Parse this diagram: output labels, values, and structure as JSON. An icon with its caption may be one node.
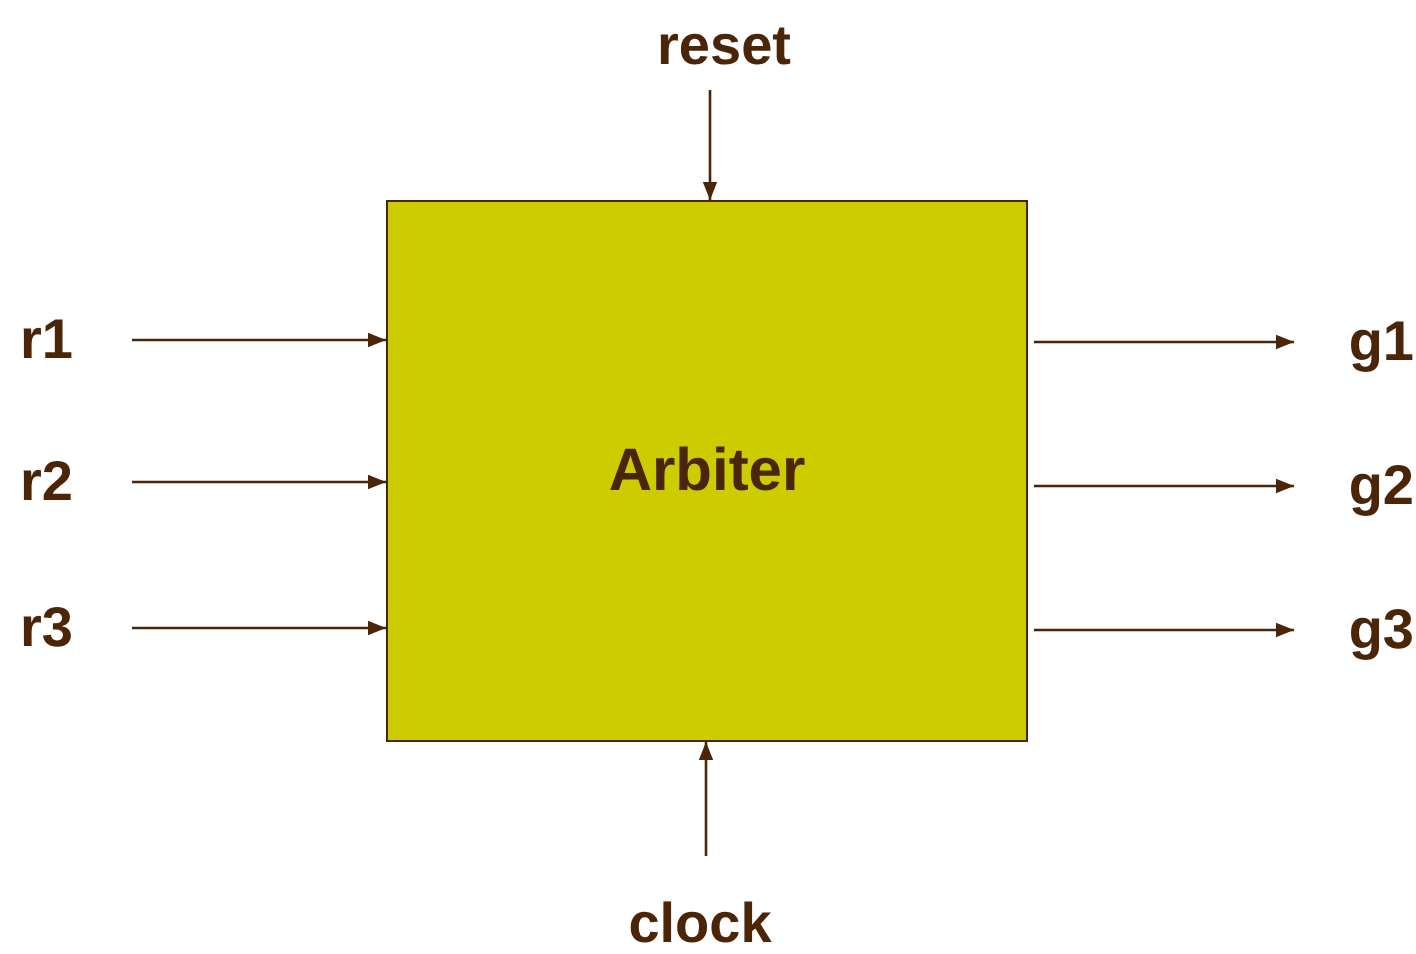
{
  "diagram": {
    "nodes": [
      {
        "text": [
          "Arbiter"
        ]
      },
      {
        "text": [
          "reset"
        ]
      },
      {
        "text": [
          "r1"
        ]
      },
      {
        "text": [
          "r2"
        ]
      },
      {
        "text": [
          "r3"
        ]
      },
      {
        "text": [
          "g1"
        ]
      },
      {
        "text": [
          "g2"
        ]
      },
      {
        "text": [
          "g3"
        ]
      },
      {
        "text": [
          "clock"
        ]
      }
    ],
    "edges": [
      {
        "from": 1,
        "to": 0,
        "arrow": "to"
      },
      {
        "from": 2,
        "to": 0,
        "arrow": "to"
      },
      {
        "from": 3,
        "to": 0,
        "arrow": "to"
      },
      {
        "from": 4,
        "to": 0,
        "arrow": "to"
      },
      {
        "from": 0,
        "to": 5,
        "arrow": "to"
      },
      {
        "from": 0,
        "to": 6,
        "arrow": "to"
      },
      {
        "from": 0,
        "to": 7,
        "arrow": "to"
      },
      {
        "from": 8,
        "to": 0,
        "arrow": "to"
      }
    ]
  }
}
